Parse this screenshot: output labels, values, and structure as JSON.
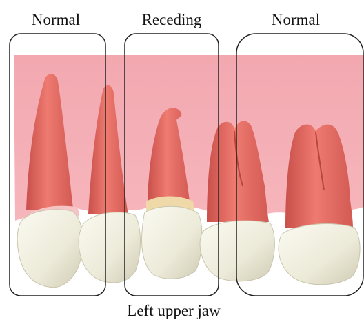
{
  "labels": {
    "left": "Normal",
    "middle": "Receding",
    "right": "Normal",
    "caption": "Left upper jaw"
  },
  "colors": {
    "gum": "#f2a5ad",
    "root": "#e0675f",
    "root_highlight": "#f08a80",
    "crown": "#f2f0e2",
    "crown_shadow": "#d6d3bf",
    "gum_line": "#f7c4c6",
    "frame_stroke": "#222222",
    "text": "#111111"
  },
  "groups": [
    {
      "label_key": "left",
      "status": "normal"
    },
    {
      "label_key": "middle",
      "status": "receding"
    },
    {
      "label_key": "right",
      "status": "normal"
    }
  ]
}
